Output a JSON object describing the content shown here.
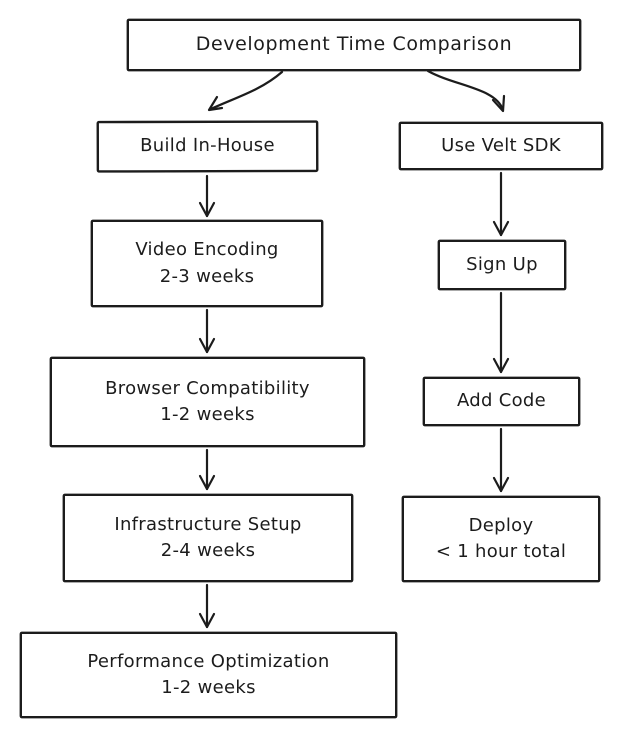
{
  "colors": {
    "stroke": "#1c1c1c",
    "background": "#ffffff"
  },
  "diagram": {
    "title": {
      "label": "Development Time Comparison"
    },
    "left_branch": {
      "nodes": [
        {
          "label": "Build In-House"
        },
        {
          "label": "Video Encoding",
          "duration": "2-3 weeks"
        },
        {
          "label": "Browser Compatibility",
          "duration": "1-2 weeks"
        },
        {
          "label": "Infrastructure Setup",
          "duration": "2-4 weeks"
        },
        {
          "label": "Performance Optimization",
          "duration": "1-2 weeks"
        }
      ]
    },
    "right_branch": {
      "nodes": [
        {
          "label": "Use Velt SDK"
        },
        {
          "label": "Sign Up"
        },
        {
          "label": "Add Code"
        },
        {
          "label": "Deploy",
          "duration": "< 1 hour total"
        }
      ]
    }
  }
}
